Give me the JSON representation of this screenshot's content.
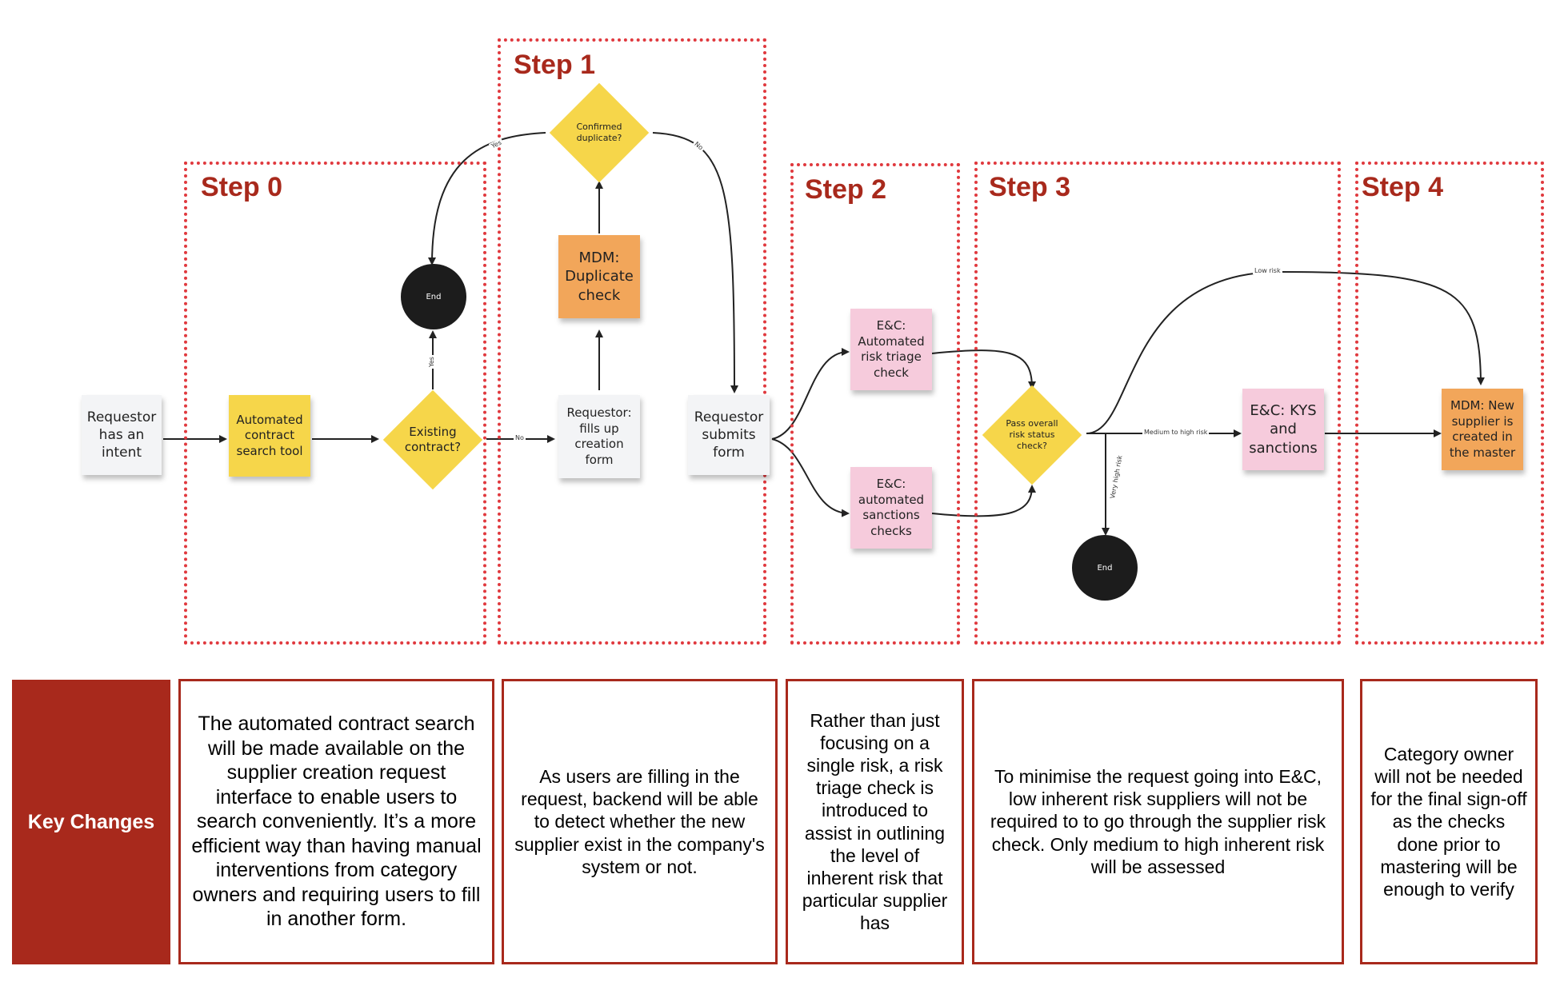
{
  "steps": [
    {
      "title": "Step 0"
    },
    {
      "title": "Step 1"
    },
    {
      "title": "Step 2"
    },
    {
      "title": "Step 3"
    },
    {
      "title": "Step 4"
    }
  ],
  "nodes": {
    "requestor_intent": "Requestor has an intent",
    "automated_contract_search": "Automated contract search tool",
    "existing_contract": "Existing contract?",
    "end_0": "End",
    "requestor_fills_form": "Requestor: fills up creation form",
    "mdm_duplicate_check": "MDM: Duplicate check",
    "confirmed_duplicate": "Confirmed duplicate?",
    "requestor_submits_form": "Requestor submits form",
    "ec_risk_triage": "E&C: Automated risk triage check",
    "ec_sanctions_checks": "E&C: automated sanctions checks",
    "pass_overall_risk": "Pass overall risk status check?",
    "ec_kys_sanctions": "E&C: KYS and sanctions",
    "end_3": "End",
    "mdm_new_supplier": "MDM: New supplier is created in the master"
  },
  "edge_labels": {
    "existing_yes": "Yes",
    "existing_no": "No",
    "duplicate_yes": "Yes",
    "duplicate_no": "No",
    "low_risk": "Low risk",
    "medium_high": "Medium to high risk",
    "very_high": "Very high risk"
  },
  "key_changes": {
    "label": "Key Changes",
    "descriptions": [
      "The automated contract search will be made available on the supplier creation request interface to enable users to search conveniently. It’s a more efficient way than having manual interventions from category owners and requiring users to fill in another form.",
      "As users are filling in the request, backend will be able to detect whether the new supplier exist in the company's system or not.",
      "Rather than just focusing on a single risk, a risk triage check is introduced to assist in outlining the level of inherent risk that particular supplier has",
      "To minimise the request going into E&C, low inherent risk suppliers will not be required to to go through the supplier risk check. Only medium to high inherent risk will be assessed",
      "Category owner will not be needed for the final sign-off as the checks done prior to mastering will be enough to verify"
    ]
  },
  "colors": {
    "dotted_border": "#e0393e",
    "step_title": "#a8291c",
    "key_fill": "#a8291c",
    "sticky_yellow": "#f6d64a",
    "sticky_orange": "#f2a65a",
    "sticky_pink": "#f6cbdc",
    "sticky_white": "#f3f4f6",
    "end_circle": "#1c1c1c"
  }
}
